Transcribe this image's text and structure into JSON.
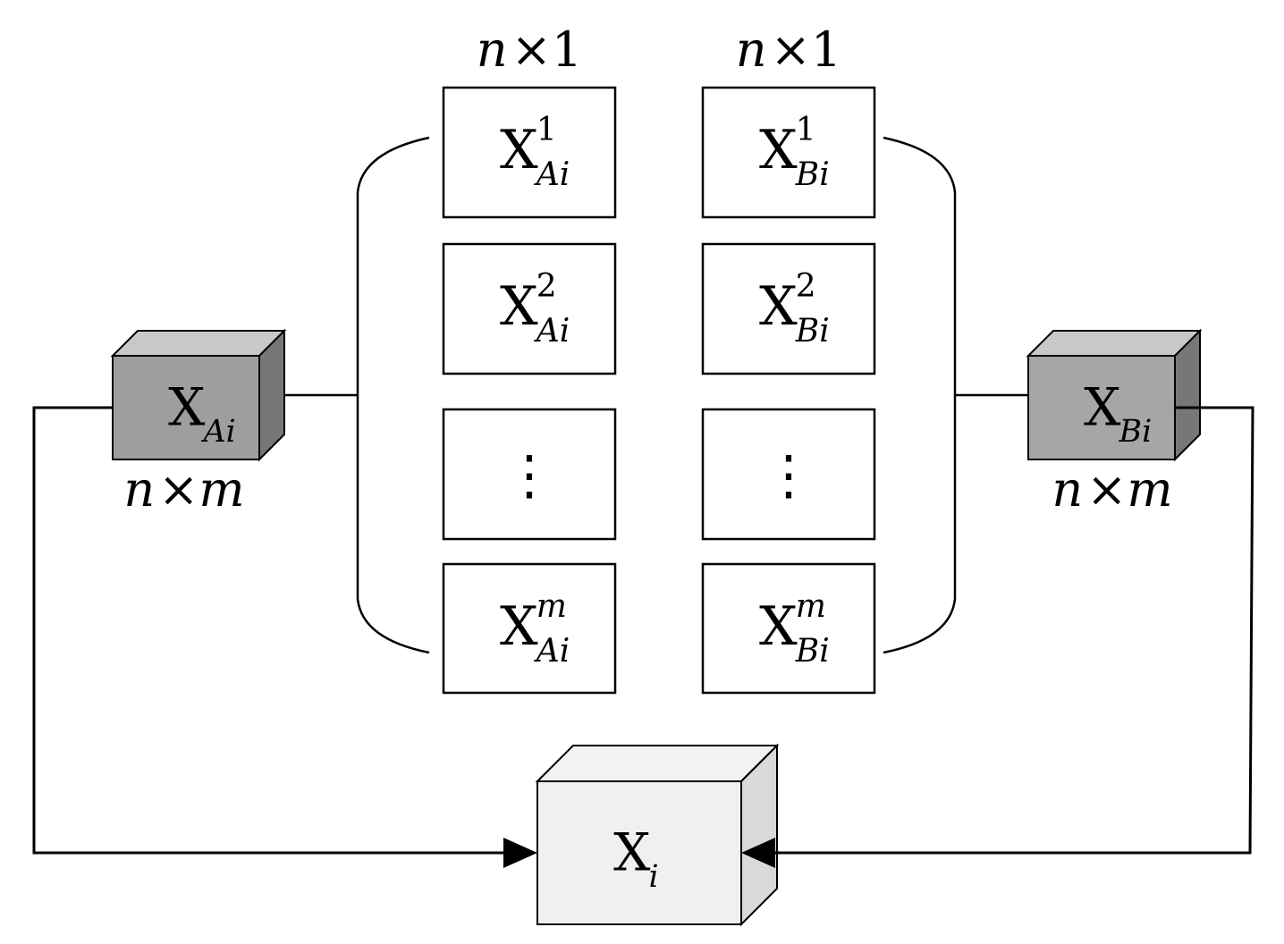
{
  "columns": {
    "a_dim": "n×1",
    "b_dim": "n×1"
  },
  "column_a": [
    {
      "base": "X",
      "sup": "1",
      "sub": "Ai"
    },
    {
      "base": "X",
      "sup": "2",
      "sub": "Ai"
    },
    {
      "base": "⋮",
      "sup": "",
      "sub": ""
    },
    {
      "base": "X",
      "sup": "m",
      "sub": "Ai"
    }
  ],
  "column_b": [
    {
      "base": "X",
      "sup": "1",
      "sub": "Bi"
    },
    {
      "base": "X",
      "sup": "2",
      "sub": "Bi"
    },
    {
      "base": "⋮",
      "sup": "",
      "sub": ""
    },
    {
      "base": "X",
      "sup": "m",
      "sub": "Bi"
    }
  ],
  "cube_a": {
    "base": "X",
    "sub": "Ai",
    "dim": "n×m"
  },
  "cube_b": {
    "base": "X",
    "sub": "Bi",
    "dim": "n×m"
  },
  "cube_out": {
    "base": "X",
    "sub": "i"
  }
}
